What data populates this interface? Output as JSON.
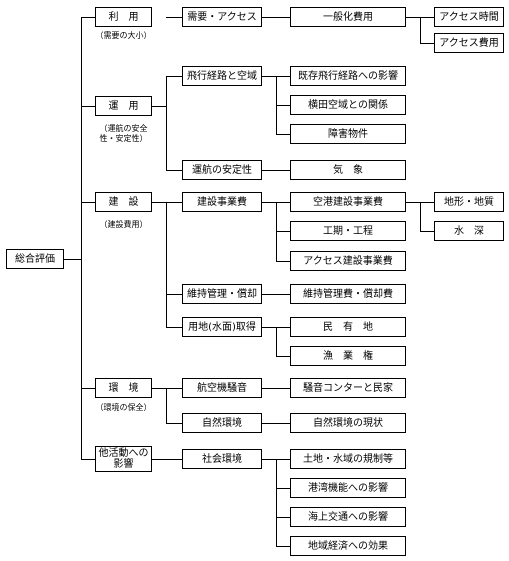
{
  "root": "総合評価",
  "l1": {
    "riyou": {
      "label": "利　用",
      "note": "（需要の大小）"
    },
    "unyou": {
      "label": "運　用",
      "note_lines": [
        "（運航の安全",
        "性・安定性）"
      ]
    },
    "kensetsu": {
      "label": "建　設",
      "note": "（建設費用）"
    },
    "kankyou": {
      "label": "環　境",
      "note": "（環境の保全）"
    },
    "tacatsudou": {
      "label_lines": [
        "他活動への",
        "影響"
      ]
    }
  },
  "l2": {
    "juyou_access": "需要・アクセス",
    "hikou_keiro": "飛行経路と空域",
    "unkou_anteisei": "運航の安定性",
    "kensetsu_jigyouhi": "建設事業費",
    "iji_kanri": "維持管理・償却",
    "youchi": "用地(水面)取得",
    "koukuuki_souon": "航空機騒音",
    "shizen_kankyou": "自然環境",
    "shakai_kankyou": "社会環境"
  },
  "l3": {
    "ippanka_hiyou": "一般化費用",
    "kison_keiro": "既存飛行経路への影響",
    "yokota": "横田空域との関係",
    "shougai": "障害物件",
    "kishou": "気　象",
    "kuukou_kensetsu": "空港建設事業費",
    "kouki": "工期・工程",
    "access_kensetsu": "アクセス建設事業費",
    "iji_kanrihi": "維持管理費・償却費",
    "minyuuchi": "民　有　地",
    "gyogyouken": "漁　業　権",
    "souon_contour": "騒音コンターと民家",
    "shizen_genjou": "自然環境の現状",
    "tochi_suiiki": "土地・水域の規制等",
    "kouwan": "港湾機能への影響",
    "kaijou": "海上交通への影響",
    "chiiki_keizai": "地域経済への効果"
  },
  "l4": {
    "access_jikan": "アクセス時間",
    "access_hiyou": "アクセス費用",
    "chikei": "地形・地質",
    "suishin": "水　深"
  }
}
